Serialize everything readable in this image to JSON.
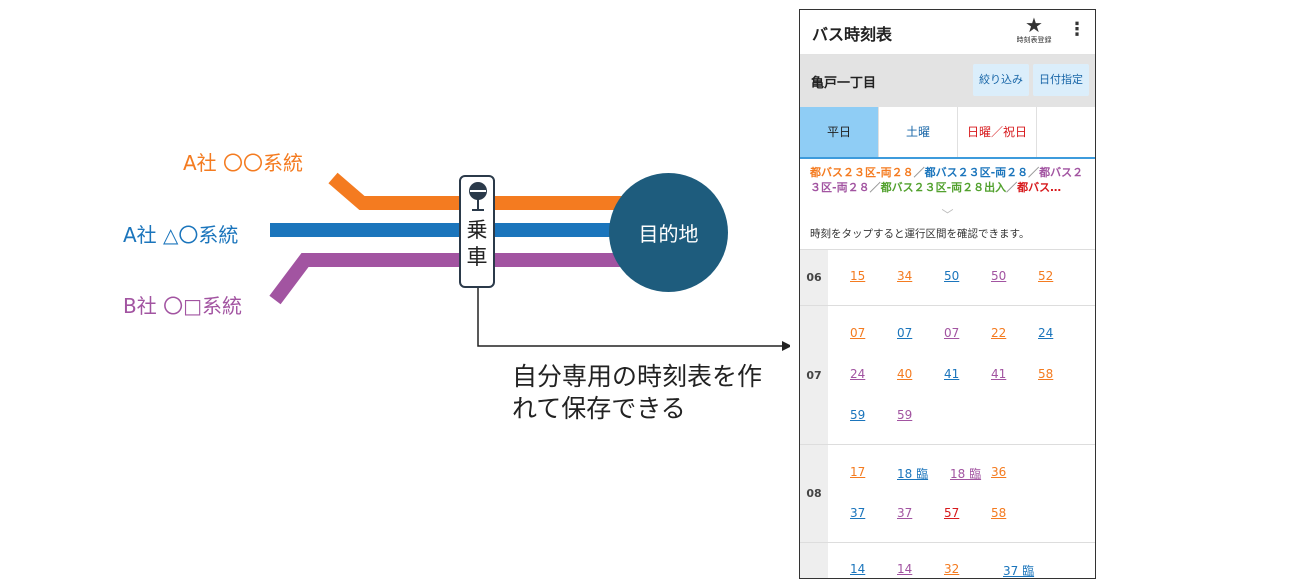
{
  "diagram": {
    "lines": [
      {
        "label": "A社 〇〇系統",
        "color": "#f47b20"
      },
      {
        "label": "A社 △〇系統",
        "color": "#1b75bc"
      },
      {
        "label": "B社 〇□系統",
        "color": "#a254a1"
      }
    ],
    "stop_label": "乗車",
    "destination": "目的地",
    "note": "自分専用の時刻表を作れて保存できる"
  },
  "app": {
    "title": "バス時刻表",
    "favorite_label": "時刻表登録",
    "favorite_icon": "star-icon",
    "menu_icon": "more-vert-icon",
    "stop_name": "亀戸一丁目",
    "filter_button": "絞り込み",
    "date_button": "日付指定",
    "tabs": [
      {
        "label": "平日",
        "active": true
      },
      {
        "label": "土曜",
        "active": false
      },
      {
        "label": "日曜／祝日",
        "active": false
      }
    ],
    "routes": [
      {
        "text": "都バス２３区-両２８",
        "color": "#f47b20"
      },
      {
        "text": "／",
        "color": "#999999"
      },
      {
        "text": "都バス２３区-両２８",
        "color": "#1b75bc"
      },
      {
        "text": "／",
        "color": "#999999"
      },
      {
        "text": "都バス２３区-両２８",
        "color": "#a254a1"
      },
      {
        "text": "／",
        "color": "#999999"
      },
      {
        "text": "都バス２３区-両２８出入",
        "color": "#52a12e"
      },
      {
        "text": "／",
        "color": "#999999"
      },
      {
        "text": "都バス…",
        "color": "#d7191c"
      }
    ],
    "hint": "時刻をタップすると運行区間を確認できます。",
    "timetable": [
      {
        "hour": "06",
        "rows": [
          [
            {
              "m": "15",
              "c": "#f47b20"
            },
            {
              "m": "34",
              "c": "#f47b20"
            },
            {
              "m": "50",
              "c": "#1b75bc"
            },
            {
              "m": "50",
              "c": "#a254a1"
            },
            {
              "m": "52",
              "c": "#f47b20"
            }
          ]
        ]
      },
      {
        "hour": "07",
        "rows": [
          [
            {
              "m": "07",
              "c": "#f47b20"
            },
            {
              "m": "07",
              "c": "#1b75bc"
            },
            {
              "m": "07",
              "c": "#a254a1"
            },
            {
              "m": "22",
              "c": "#f47b20"
            },
            {
              "m": "24",
              "c": "#1b75bc"
            }
          ],
          [
            {
              "m": "24",
              "c": "#a254a1"
            },
            {
              "m": "40",
              "c": "#f47b20"
            },
            {
              "m": "41",
              "c": "#1b75bc"
            },
            {
              "m": "41",
              "c": "#a254a1"
            },
            {
              "m": "58",
              "c": "#f47b20"
            }
          ],
          [
            {
              "m": "59",
              "c": "#1b75bc"
            },
            {
              "m": "59",
              "c": "#a254a1"
            }
          ]
        ]
      },
      {
        "hour": "08",
        "rows": [
          [
            {
              "m": "17",
              "c": "#f47b20"
            },
            {
              "m": "18 臨",
              "c": "#1b75bc"
            },
            {
              "m": "18 臨",
              "c": "#a254a1"
            },
            {
              "m": "36",
              "c": "#f47b20"
            }
          ],
          [
            {
              "m": "37",
              "c": "#1b75bc"
            },
            {
              "m": "37",
              "c": "#a254a1"
            },
            {
              "m": "57",
              "c": "#d7191c"
            },
            {
              "m": "58",
              "c": "#f47b20"
            }
          ]
        ]
      },
      {
        "hour": "",
        "rows": [
          [
            {
              "m": "14",
              "c": "#1b75bc"
            },
            {
              "m": "14",
              "c": "#a254a1"
            },
            {
              "m": "32",
              "c": "#f47b20"
            },
            {
              "m": "37 臨",
              "c": "#1b75bc"
            }
          ]
        ]
      }
    ]
  }
}
